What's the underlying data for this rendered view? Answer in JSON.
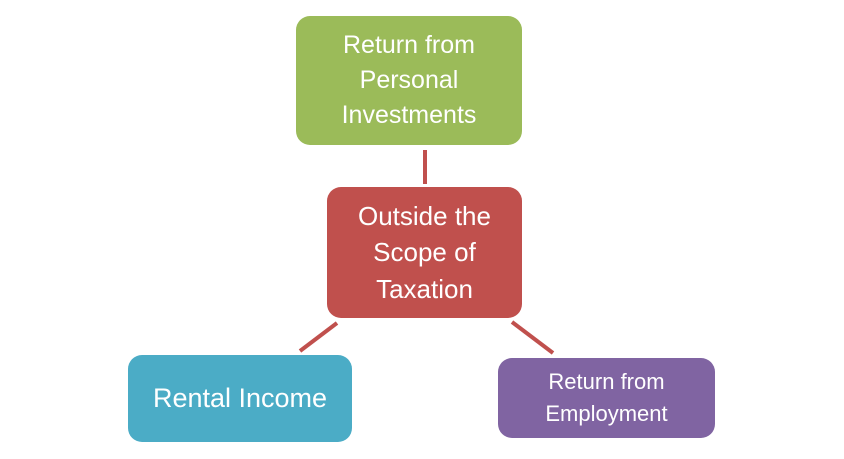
{
  "nodes": {
    "center": {
      "label": "Outside the\nScope of\nTaxation",
      "color": "#c0504d"
    },
    "top": {
      "label": "Return from\nPersonal\nInvestments",
      "color": "#9bbb59"
    },
    "left": {
      "label": "Rental Income",
      "color": "#4bacc6"
    },
    "right": {
      "label": "Return from\nEmployment",
      "color": "#8064a2"
    }
  },
  "connector_color": "#c0504d"
}
